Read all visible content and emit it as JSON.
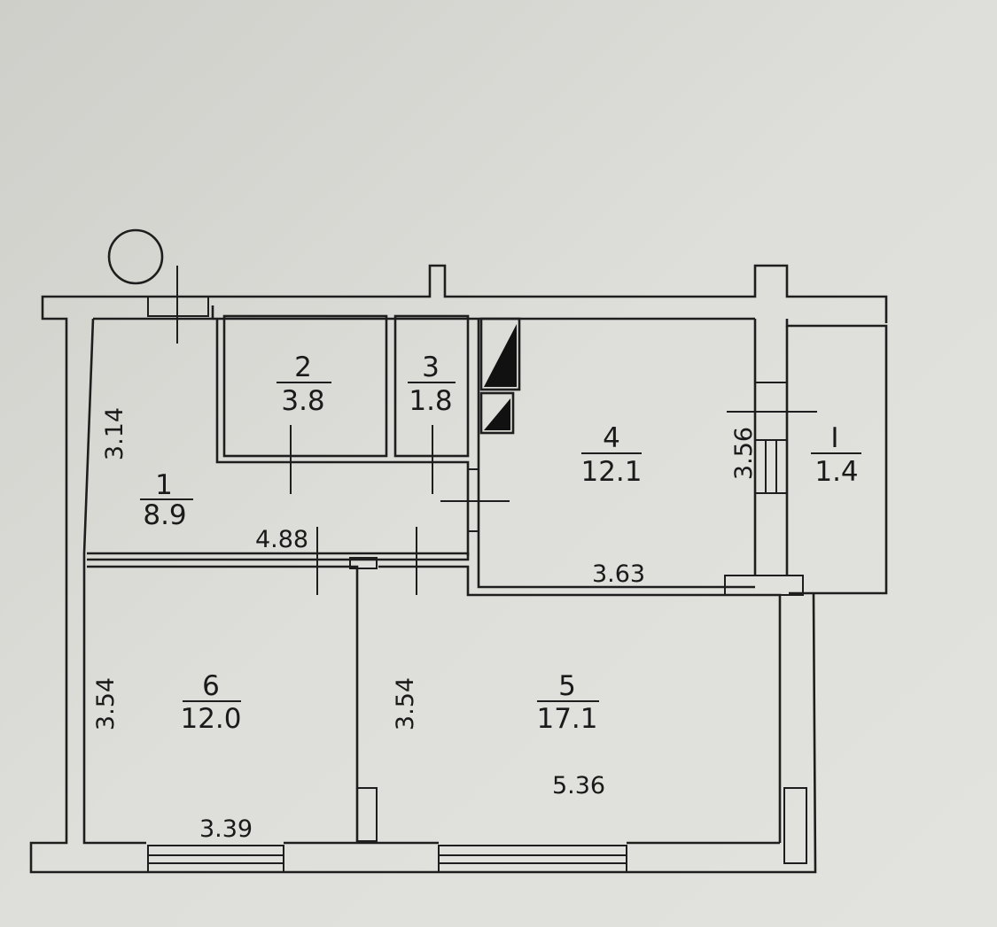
{
  "rooms": [
    {
      "number": "1",
      "area": "8.9"
    },
    {
      "number": "2",
      "area": "3.8"
    },
    {
      "number": "3",
      "area": "1.8"
    },
    {
      "number": "4",
      "area": "12.1"
    },
    {
      "number": "5",
      "area": "17.1"
    },
    {
      "number": "6",
      "area": "12.0"
    },
    {
      "number": "I",
      "area": "1.4"
    }
  ],
  "dimensions": {
    "room1_height": "3.14",
    "corridor_width": "4.88",
    "room4_width": "3.63",
    "room4_height": "3.56",
    "room6_height": "3.54",
    "room5_height": "3.54",
    "room5_width": "5.36",
    "room6_width": "3.39"
  }
}
